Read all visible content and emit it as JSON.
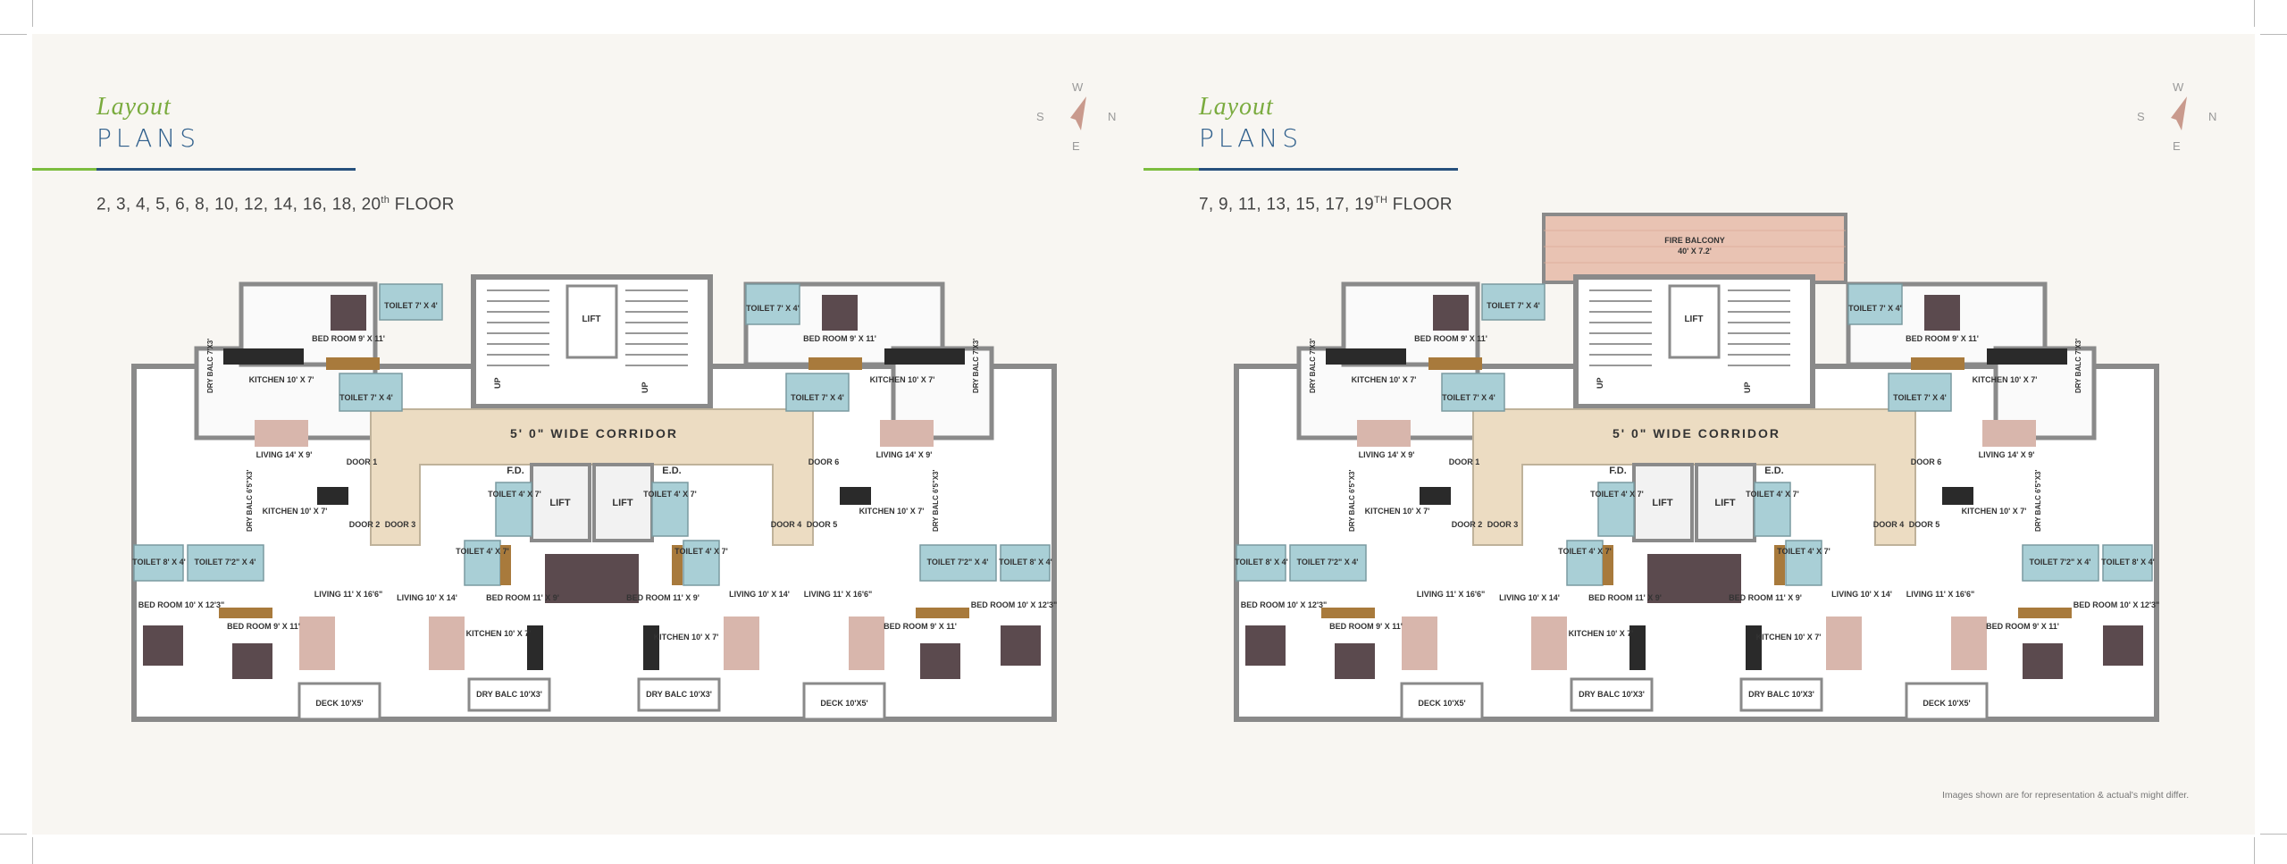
{
  "left_page": {
    "title_italic": "Layout",
    "title_caps": "PLANS",
    "floor_text": "2, 3, 4, 5, 6, 8, 10, 12, 14, 16, 18, 20",
    "floor_sup": "th",
    "floor_suffix": " FLOOR"
  },
  "right_page": {
    "title_italic": "Layout",
    "title_caps": "PLANS",
    "floor_text": "7, 9, 11, 13, 15, 17, 19",
    "floor_sup": "TH",
    "floor_suffix": " FLOOR",
    "fire_balcony": "FIRE BALCONY",
    "fire_balcony_size": "40' X 7.2'"
  },
  "compass": {
    "w": "W",
    "s": "S",
    "n": "N",
    "e": "E"
  },
  "plan": {
    "corridor": "5' 0\" WIDE CORRIDOR",
    "lift": "LIFT",
    "up": "UP",
    "fd": "F.D.",
    "ed": "E.D.",
    "door1": "DOOR 1",
    "door2": "DOOR 2",
    "door3": "DOOR 3",
    "door4": "DOOR 4",
    "door5": "DOOR 5",
    "door6": "DOOR 6",
    "bed_9x11": "BED ROOM 9' X 11'",
    "bed_10x12": "BED ROOM 10' X 12'3\"",
    "bed_11x9": "BED ROOM 11' X 9'",
    "toilet_7x4": "TOILET 7' X 4'",
    "toilet_4x7": "TOILET 4' X 7'",
    "toilet_8x4": "TOILET 8' X 4'",
    "toilet_72x4": "TOILET 7'2\" X 4'",
    "kitchen_10x7": "KITCHEN 10' X 7'",
    "living_14x9": "LIVING 14' X 9'",
    "living_11x16": "LIVING 11' X 16'6\"",
    "living_10x14": "LIVING 10' X 14'",
    "dry_balc_7x3": "DRY BALC 7'X3'",
    "dry_balc_6x3": "DRY BALC 6'5\"X3'",
    "dry_balc_10x3": "DRY BALC 10'X3'",
    "deck": "DECK 10'X5'"
  },
  "disclaimer": "Images shown are for representation & actual's might differ."
}
